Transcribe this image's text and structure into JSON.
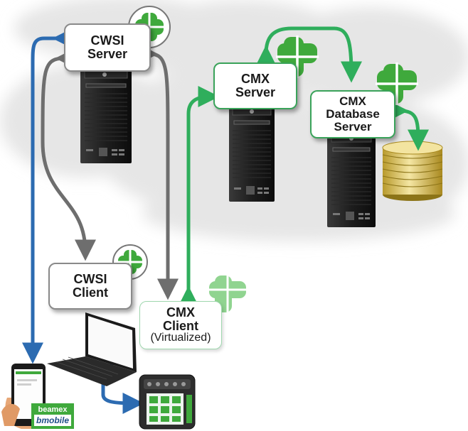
{
  "nodes": {
    "cwsi_server": {
      "line1": "CWSI",
      "line2": "Server"
    },
    "cmx_server": {
      "line1": "CMX",
      "line2": "Server"
    },
    "cmx_db_server": {
      "line1": "CMX",
      "line2": "Database",
      "line3": "Server"
    },
    "cwsi_client": {
      "line1": "CWSI",
      "line2": "Client"
    },
    "cmx_client": {
      "line1": "CMX",
      "line2": "Client",
      "line3": "(Virtualized)"
    }
  },
  "branding": {
    "brand": "beamex",
    "product": "bmobile"
  },
  "colors": {
    "gray_arrow": "#6e6e6e",
    "green_arrow": "#2fae5c",
    "blue_arrow": "#2c6bb1",
    "tile_green": "#3fa93c",
    "cloud": "#e9e9e9"
  },
  "icons": [
    "server-tower-icon",
    "database-icon",
    "laptop-icon",
    "tablet-icon",
    "calibrator-icon",
    "clover-tile-icon"
  ]
}
